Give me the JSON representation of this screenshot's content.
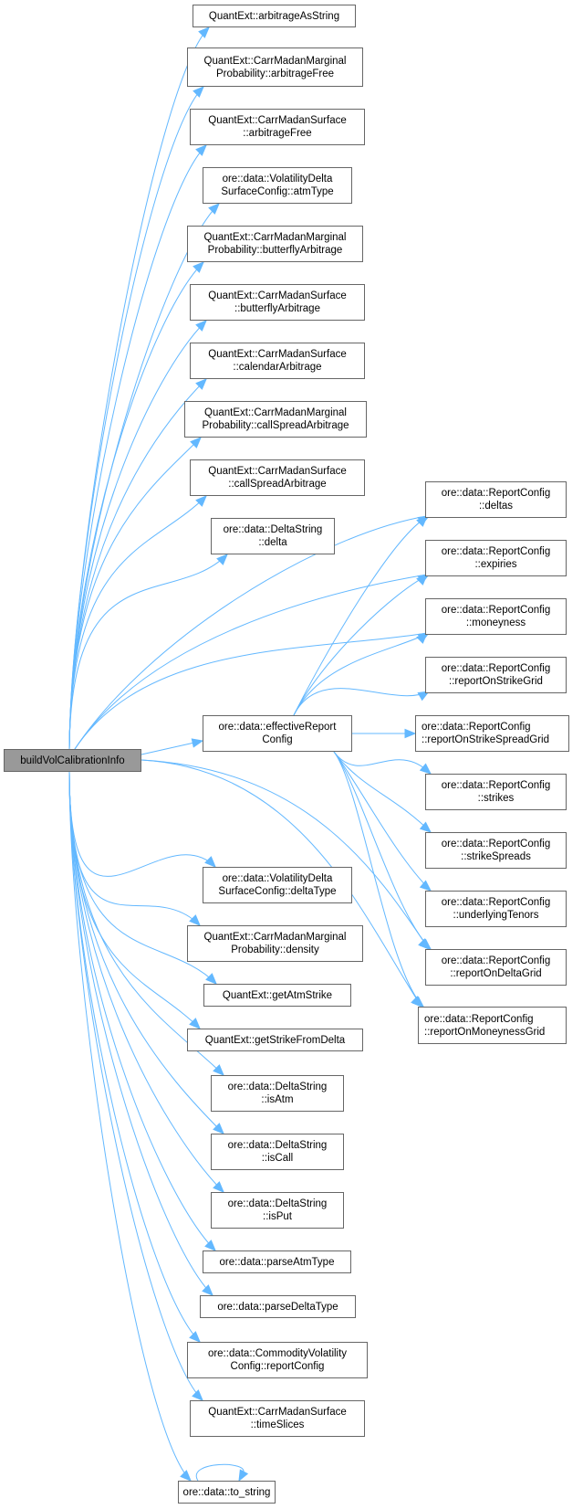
{
  "graph": {
    "type": "call-graph",
    "edge_color": "#63b8ff",
    "root": {
      "id": "root",
      "label": "buildVolCalibrationInfo"
    },
    "nodes": [
      {
        "id": "n1",
        "label": "QuantExt::arbitrageAsString"
      },
      {
        "id": "n2",
        "label": "QuantExt::CarrMadanMarginal\nProbability::arbitrageFree"
      },
      {
        "id": "n3",
        "label": "QuantExt::CarrMadanSurface\n::arbitrageFree"
      },
      {
        "id": "n4",
        "label": "ore::data::VolatilityDelta\nSurfaceConfig::atmType"
      },
      {
        "id": "n5",
        "label": "QuantExt::CarrMadanMarginal\nProbability::butterflyArbitrage"
      },
      {
        "id": "n6",
        "label": "QuantExt::CarrMadanSurface\n::butterflyArbitrage"
      },
      {
        "id": "n7",
        "label": "QuantExt::CarrMadanSurface\n::calendarArbitrage"
      },
      {
        "id": "n8",
        "label": "QuantExt::CarrMadanMarginal\nProbability::callSpreadArbitrage"
      },
      {
        "id": "n9",
        "label": "QuantExt::CarrMadanSurface\n::callSpreadArbitrage"
      },
      {
        "id": "n10",
        "label": "ore::data::DeltaString\n::delta"
      },
      {
        "id": "n11",
        "label": "ore::data::effectiveReport\nConfig"
      },
      {
        "id": "n12",
        "label": "ore::data::VolatilityDelta\nSurfaceConfig::deltaType"
      },
      {
        "id": "n13",
        "label": "QuantExt::CarrMadanMarginal\nProbability::density"
      },
      {
        "id": "n14",
        "label": "QuantExt::getAtmStrike"
      },
      {
        "id": "n15",
        "label": "QuantExt::getStrikeFromDelta"
      },
      {
        "id": "n16",
        "label": "ore::data::DeltaString\n::isAtm"
      },
      {
        "id": "n17",
        "label": "ore::data::DeltaString\n::isCall"
      },
      {
        "id": "n18",
        "label": "ore::data::DeltaString\n::isPut"
      },
      {
        "id": "n19",
        "label": "ore::data::parseAtmType"
      },
      {
        "id": "n20",
        "label": "ore::data::parseDeltaType"
      },
      {
        "id": "n21",
        "label": "ore::data::CommodityVolatility\nConfig::reportConfig"
      },
      {
        "id": "n22",
        "label": "QuantExt::CarrMadanSurface\n::timeSlices"
      },
      {
        "id": "n23",
        "label": "ore::data::to_string"
      },
      {
        "id": "r1",
        "label": "ore::data::ReportConfig\n::deltas"
      },
      {
        "id": "r2",
        "label": "ore::data::ReportConfig\n::expiries"
      },
      {
        "id": "r3",
        "label": "ore::data::ReportConfig\n::moneyness"
      },
      {
        "id": "r4",
        "label": "ore::data::ReportConfig\n::reportOnStrikeGrid"
      },
      {
        "id": "r5",
        "label": "ore::data::ReportConfig\n::reportOnStrikeSpreadGrid"
      },
      {
        "id": "r6",
        "label": "ore::data::ReportConfig\n::strikes"
      },
      {
        "id": "r7",
        "label": "ore::data::ReportConfig\n::strikeSpreads"
      },
      {
        "id": "r8",
        "label": "ore::data::ReportConfig\n::underlyingTenors"
      },
      {
        "id": "r9",
        "label": "ore::data::ReportConfig\n::reportOnDeltaGrid"
      },
      {
        "id": "r10",
        "label": "ore::data::ReportConfig\n::reportOnMoneynessGrid"
      }
    ],
    "edges": [
      [
        "root",
        "n1"
      ],
      [
        "root",
        "n2"
      ],
      [
        "root",
        "n3"
      ],
      [
        "root",
        "n4"
      ],
      [
        "root",
        "n5"
      ],
      [
        "root",
        "n6"
      ],
      [
        "root",
        "n7"
      ],
      [
        "root",
        "n8"
      ],
      [
        "root",
        "n9"
      ],
      [
        "root",
        "n10"
      ],
      [
        "root",
        "n11"
      ],
      [
        "root",
        "n12"
      ],
      [
        "root",
        "n13"
      ],
      [
        "root",
        "n14"
      ],
      [
        "root",
        "n15"
      ],
      [
        "root",
        "n16"
      ],
      [
        "root",
        "n17"
      ],
      [
        "root",
        "n18"
      ],
      [
        "root",
        "n19"
      ],
      [
        "root",
        "n20"
      ],
      [
        "root",
        "n21"
      ],
      [
        "root",
        "n22"
      ],
      [
        "root",
        "n23"
      ],
      [
        "root",
        "r1"
      ],
      [
        "root",
        "r2"
      ],
      [
        "root",
        "r3"
      ],
      [
        "root",
        "r9"
      ],
      [
        "root",
        "r10"
      ],
      [
        "n11",
        "r1"
      ],
      [
        "n11",
        "r2"
      ],
      [
        "n11",
        "r3"
      ],
      [
        "n11",
        "r4"
      ],
      [
        "n11",
        "r5"
      ],
      [
        "n11",
        "r6"
      ],
      [
        "n11",
        "r7"
      ],
      [
        "n11",
        "r8"
      ],
      [
        "n11",
        "r9"
      ],
      [
        "n11",
        "r10"
      ],
      [
        "n23",
        "n23"
      ]
    ]
  }
}
